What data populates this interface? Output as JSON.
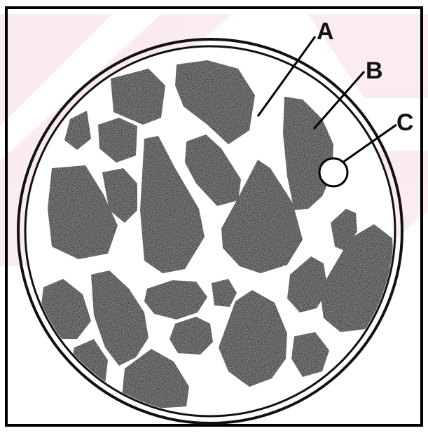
{
  "figure": {
    "labels": {
      "a": "A",
      "b": "B",
      "c": "C"
    },
    "colors": {
      "frame": "#000000",
      "circle_outline": "#111111",
      "particle_fill": "#262626",
      "background": "#ffffff",
      "watermark": "#f4d9dd"
    },
    "parts": [
      "aggregate-particles",
      "matrix-binder",
      "circular-specimen-outline",
      "highlight-circle"
    ]
  }
}
